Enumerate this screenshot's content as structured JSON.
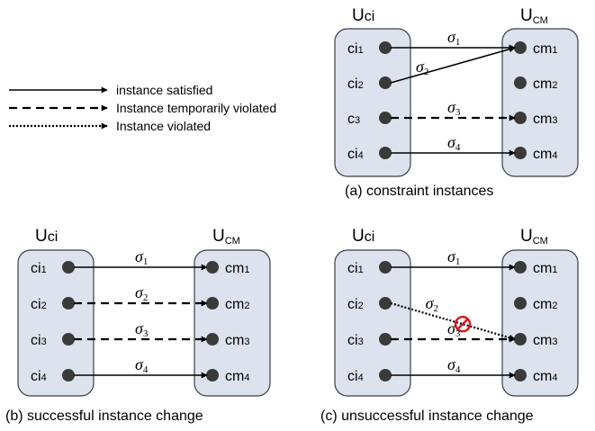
{
  "legend": [
    {
      "label": "instance satisfied",
      "style": "solid"
    },
    {
      "label": "Instance temporarily violated",
      "style": "dashed"
    },
    {
      "label": "Instance violated",
      "style": "dotted"
    }
  ],
  "panels": [
    {
      "caption": "(a) constraint instances",
      "left": {
        "title_main": "U",
        "title_sub": "ci",
        "sub_style": "inline",
        "items": [
          {
            "base": "ci",
            "idx": "1"
          },
          {
            "base": "ci",
            "idx": "2"
          },
          {
            "base": "c",
            "idx": "3"
          },
          {
            "base": "ci",
            "idx": "4"
          }
        ]
      },
      "right": {
        "title_main": "U",
        "title_sub": "CM",
        "sub_style": "subscript",
        "items": [
          {
            "base": "cm",
            "idx": "1"
          },
          {
            "base": "cm",
            "idx": "2"
          },
          {
            "base": "cm",
            "idx": "3"
          },
          {
            "base": "cm",
            "idx": "4"
          }
        ]
      },
      "arrows": [
        {
          "sigma": "σ",
          "sub": "1",
          "from": 0,
          "to": 0,
          "style": "solid"
        },
        {
          "sigma": "σ",
          "sub": "2",
          "from": 1,
          "to": 0,
          "style": "solid"
        },
        {
          "sigma": "σ",
          "sub": "3",
          "from": 2,
          "to": 2,
          "style": "dashed"
        },
        {
          "sigma": "σ",
          "sub": "4",
          "from": 3,
          "to": 3,
          "style": "solid"
        }
      ]
    },
    {
      "caption": "(b) successful instance change",
      "left": {
        "title_main": "U",
        "title_sub": "ci",
        "sub_style": "inline",
        "items": [
          {
            "base": "ci",
            "idx": "1"
          },
          {
            "base": "ci",
            "idx": "2"
          },
          {
            "base": "ci",
            "idx": "3"
          },
          {
            "base": "ci",
            "idx": "4"
          }
        ]
      },
      "right": {
        "title_main": "U",
        "title_sub": "CM",
        "sub_style": "subscript",
        "items": [
          {
            "base": "cm",
            "idx": "1"
          },
          {
            "base": "cm",
            "idx": "2"
          },
          {
            "base": "cm",
            "idx": "3"
          },
          {
            "base": "cm",
            "idx": "4"
          }
        ]
      },
      "arrows": [
        {
          "sigma": "σ",
          "sub": "1",
          "from": 0,
          "to": 0,
          "style": "solid"
        },
        {
          "sigma": "σ",
          "sub": "2",
          "from": 1,
          "to": 1,
          "style": "dashed"
        },
        {
          "sigma": "σ",
          "sub": "3",
          "from": 2,
          "to": 2,
          "style": "dashed"
        },
        {
          "sigma": "σ",
          "sub": "4",
          "from": 3,
          "to": 3,
          "style": "solid"
        }
      ]
    },
    {
      "caption": "(c) unsuccessful instance change",
      "left": {
        "title_main": "U",
        "title_sub": "ci",
        "sub_style": "inline",
        "items": [
          {
            "base": "ci",
            "idx": "1"
          },
          {
            "base": "ci",
            "idx": "2"
          },
          {
            "base": "ci",
            "idx": "3"
          },
          {
            "base": "ci",
            "idx": "4"
          }
        ]
      },
      "right": {
        "title_main": "U",
        "title_sub": "CM",
        "sub_style": "subscript",
        "items": [
          {
            "base": "cm",
            "idx": "1"
          },
          {
            "base": "cm",
            "idx": "2"
          },
          {
            "base": "cm",
            "idx": "3"
          },
          {
            "base": "cm",
            "idx": "4"
          }
        ]
      },
      "arrows": [
        {
          "sigma": "σ",
          "sub": "1",
          "from": 0,
          "to": 0,
          "style": "solid"
        },
        {
          "sigma": "σ",
          "sub": "2",
          "from": 1,
          "to": 2,
          "style": "dotted",
          "blocked": true
        },
        {
          "sigma": "σ",
          "sub": "3",
          "from": 2,
          "to": 2,
          "style": "dashed"
        },
        {
          "sigma": "σ",
          "sub": "4",
          "from": 3,
          "to": 3,
          "style": "solid"
        }
      ]
    }
  ],
  "colors": {
    "box_fill": "#dde3ee",
    "box_stroke": "#3b3f47",
    "line": "#000000",
    "node": "#3a3a3a",
    "forbidden": "#e3111a"
  },
  "icons": {
    "forbidden": "no-entry-icon"
  }
}
